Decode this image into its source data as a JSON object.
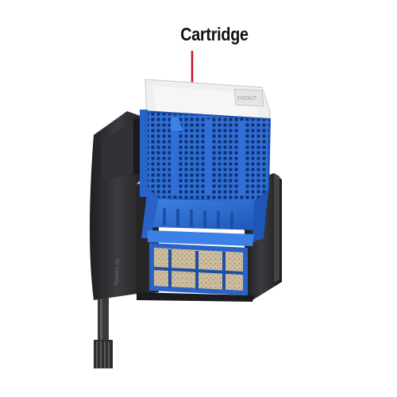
{
  "callout": {
    "label": "Cartridge",
    "arrow_color": "#c8102e"
  },
  "product": {
    "cartridge_tab_text": "FRONT",
    "housing_text": "Aqueon 20"
  },
  "colors": {
    "housing": "#2b2b2d",
    "housing_highlight": "#4a4a4e",
    "blue_frame": "#2f6fd6",
    "blue_dark": "#1d4fa8",
    "floss": "#f2f2f2",
    "carbon": "#c9b89a"
  }
}
